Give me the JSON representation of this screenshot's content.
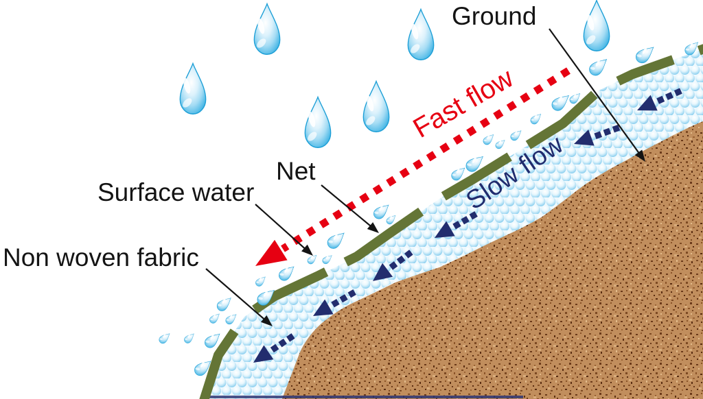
{
  "diagram": {
    "subject": "slope-protection-layers-under-rainfall",
    "labels": {
      "ground": "Ground",
      "net": "Net",
      "surface_water": "Surface water",
      "non_woven_fabric": "Non woven fabric"
    },
    "flow_annotations": {
      "fast_flow": {
        "label": "Fast flow",
        "color": "#e60012",
        "style": "red dotted arrow above surface, pointing down-slope"
      },
      "slow_flow": {
        "label": "Slow flow",
        "color": "#202c6e",
        "style": "navy dashed arrows inside fabric, pointing down-slope",
        "arrow_count": 6
      }
    },
    "elements": {
      "falling_raindrops": 6,
      "surface_droplets": 26,
      "net_color": "#647536",
      "fabric_bubble_color": "#4fb6e4",
      "ground_color": "#c18e5d",
      "label_color": "#141414"
    }
  }
}
